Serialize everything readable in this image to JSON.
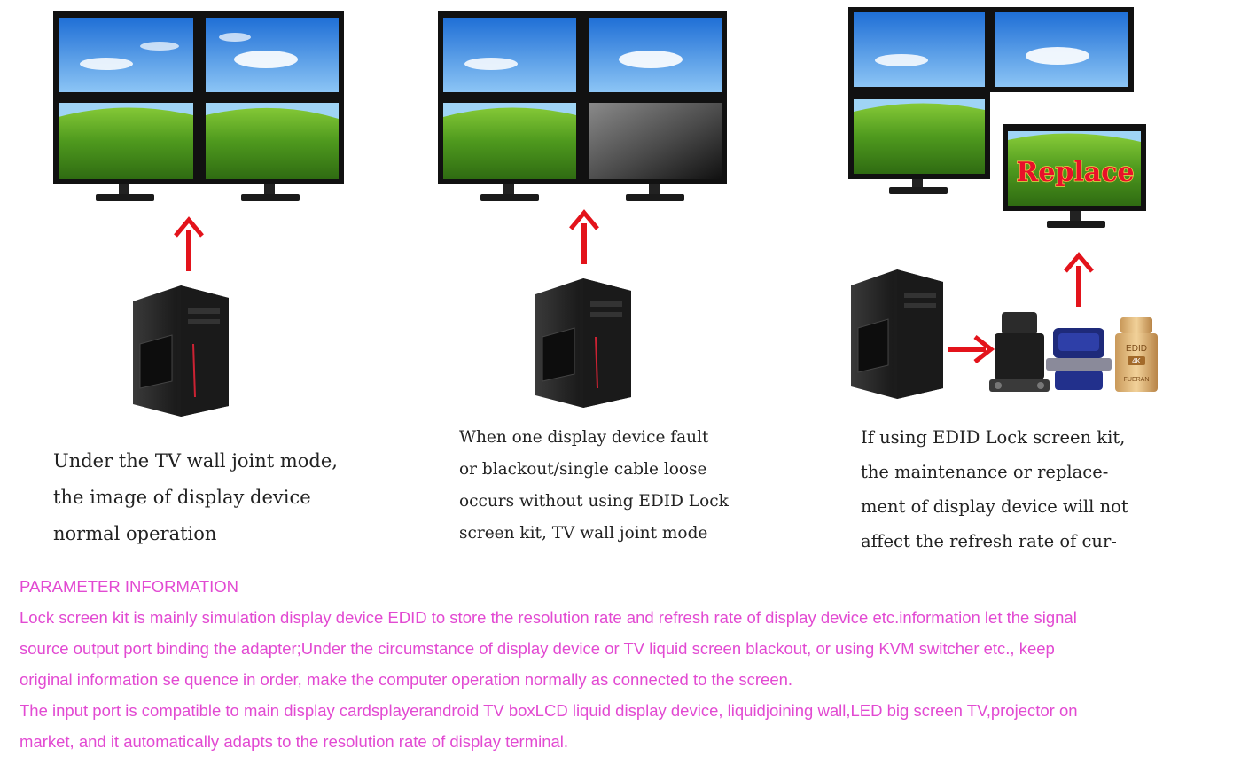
{
  "panels": [
    {
      "caption_lines": [
        "Under the TV wall joint mode,",
        "the image of display device",
        "normal operation"
      ]
    },
    {
      "caption_lines": [
        "When one display device fault",
        "or blackout/single cable loose",
        "occurs without using EDID Lock",
        "screen kit, TV wall joint mode"
      ]
    },
    {
      "caption_lines": [
        "If using EDID Lock screen kit,",
        "the maintenance or replace-",
        "ment of display device will not",
        "affect the refresh rate of cur-"
      ],
      "replace_label": "Replace",
      "adapter_labels": {
        "edid": "EDID",
        "resolution": "4K",
        "brand": "FUERAN"
      }
    }
  ],
  "parameters": {
    "heading": "PARAMETER INFORMATION",
    "lines": [
      "Lock screen kit is mainly simulation display device EDID to store the resolution rate and refresh rate of display device etc.information let the signal",
      "source output port binding the adapter;Under the circumstance of display device or TV liquid screen blackout, or using KVM switcher etc., keep",
      "original information se quence in order, make the computer operation normally as connected to the screen.",
      "The input port is compatible to main display cardsplayerandroid TV boxLCD liquid display device, liquidjoining wall,LED big screen TV,projector on",
      "market, and it automatically adapts to the resolution rate of display terminal."
    ]
  },
  "colors": {
    "arrow": "#e3131b",
    "parameter_text": "#e24ad2",
    "caption_text": "#222222",
    "replace_text": "#e8102a",
    "replace_outline": "#f6d24a"
  },
  "icons": [
    "monitor-icon",
    "pc-tower-icon",
    "arrow-up-icon",
    "arrow-right-icon",
    "vga-adapter-icon",
    "hdmi-edid-adapter-icon"
  ]
}
